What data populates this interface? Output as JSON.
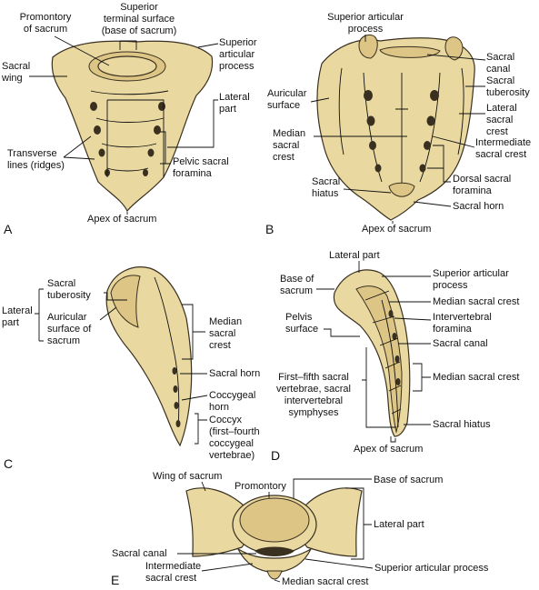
{
  "panels": {
    "A": {
      "letter": "A",
      "labels": {
        "promontory": "Promontory of sacrum",
        "terminal_surface": "Superior terminal surface (base of sacrum)",
        "superior_articular": "Superior articular process",
        "sacral_wing": "Sacral wing",
        "lateral_part": "Lateral part",
        "transverse_lines": "Transverse lines (ridges)",
        "pelvic_foramina": "Pelvic sacral foramina",
        "apex": "Apex of sacrum"
      }
    },
    "B": {
      "letter": "B",
      "labels": {
        "superior_articular": "Superior articular process",
        "sacral_canal": "Sacral canal",
        "auricular_surface": "Auricular surface",
        "sacral_tuberosity": "Sacral tuberosity",
        "lateral_crest": "Lateral sacral crest",
        "median_crest": "Median sacral crest",
        "intermediate_crest": "Intermediate sacral crest",
        "sacral_hiatus": "Sacral hiatus",
        "dorsal_foramina": "Dorsal sacral foramina",
        "sacral_horn": "Sacral horn",
        "apex": "Apex of sacrum"
      }
    },
    "C": {
      "letter": "C",
      "labels": {
        "lateral_part": "Lateral part",
        "sacral_tuberosity": "Sacral tuberosity",
        "auricular_surface": "Auricular surface of sacrum",
        "median_crest": "Median sacral crest",
        "sacral_horn": "Sacral horn",
        "coccygeal_horn": "Coccygeal horn",
        "coccyx": "Coccyx (first–fourth coccygeal vertebrae)"
      }
    },
    "D": {
      "letter": "D",
      "labels": {
        "lateral_part": "Lateral part",
        "base": "Base of sacrum",
        "superior_articular": "Superior articular process",
        "median_crest_top": "Median sacral crest",
        "pelvis_surface": "Pelvis surface",
        "intervertebral_foramina": "Intervertebral foramina",
        "sacral_canal": "Sacral canal",
        "median_crest_mid": "Median sacral crest",
        "vertebrae": "First–fifth sacral vertebrae, sacral intervertebral symphyses",
        "sacral_hiatus": "Sacral hiatus",
        "apex": "Apex of sacrum"
      }
    },
    "E": {
      "letter": "E",
      "labels": {
        "wing": "Wing of sacrum",
        "promontory": "Promontory",
        "base": "Base of sacrum",
        "lateral_part": "Lateral part",
        "sacral_canal": "Sacral canal",
        "intermediate_crest": "Intermediate sacral crest",
        "superior_articular": "Superior articular process",
        "median_crest": "Median sacral crest"
      }
    }
  }
}
